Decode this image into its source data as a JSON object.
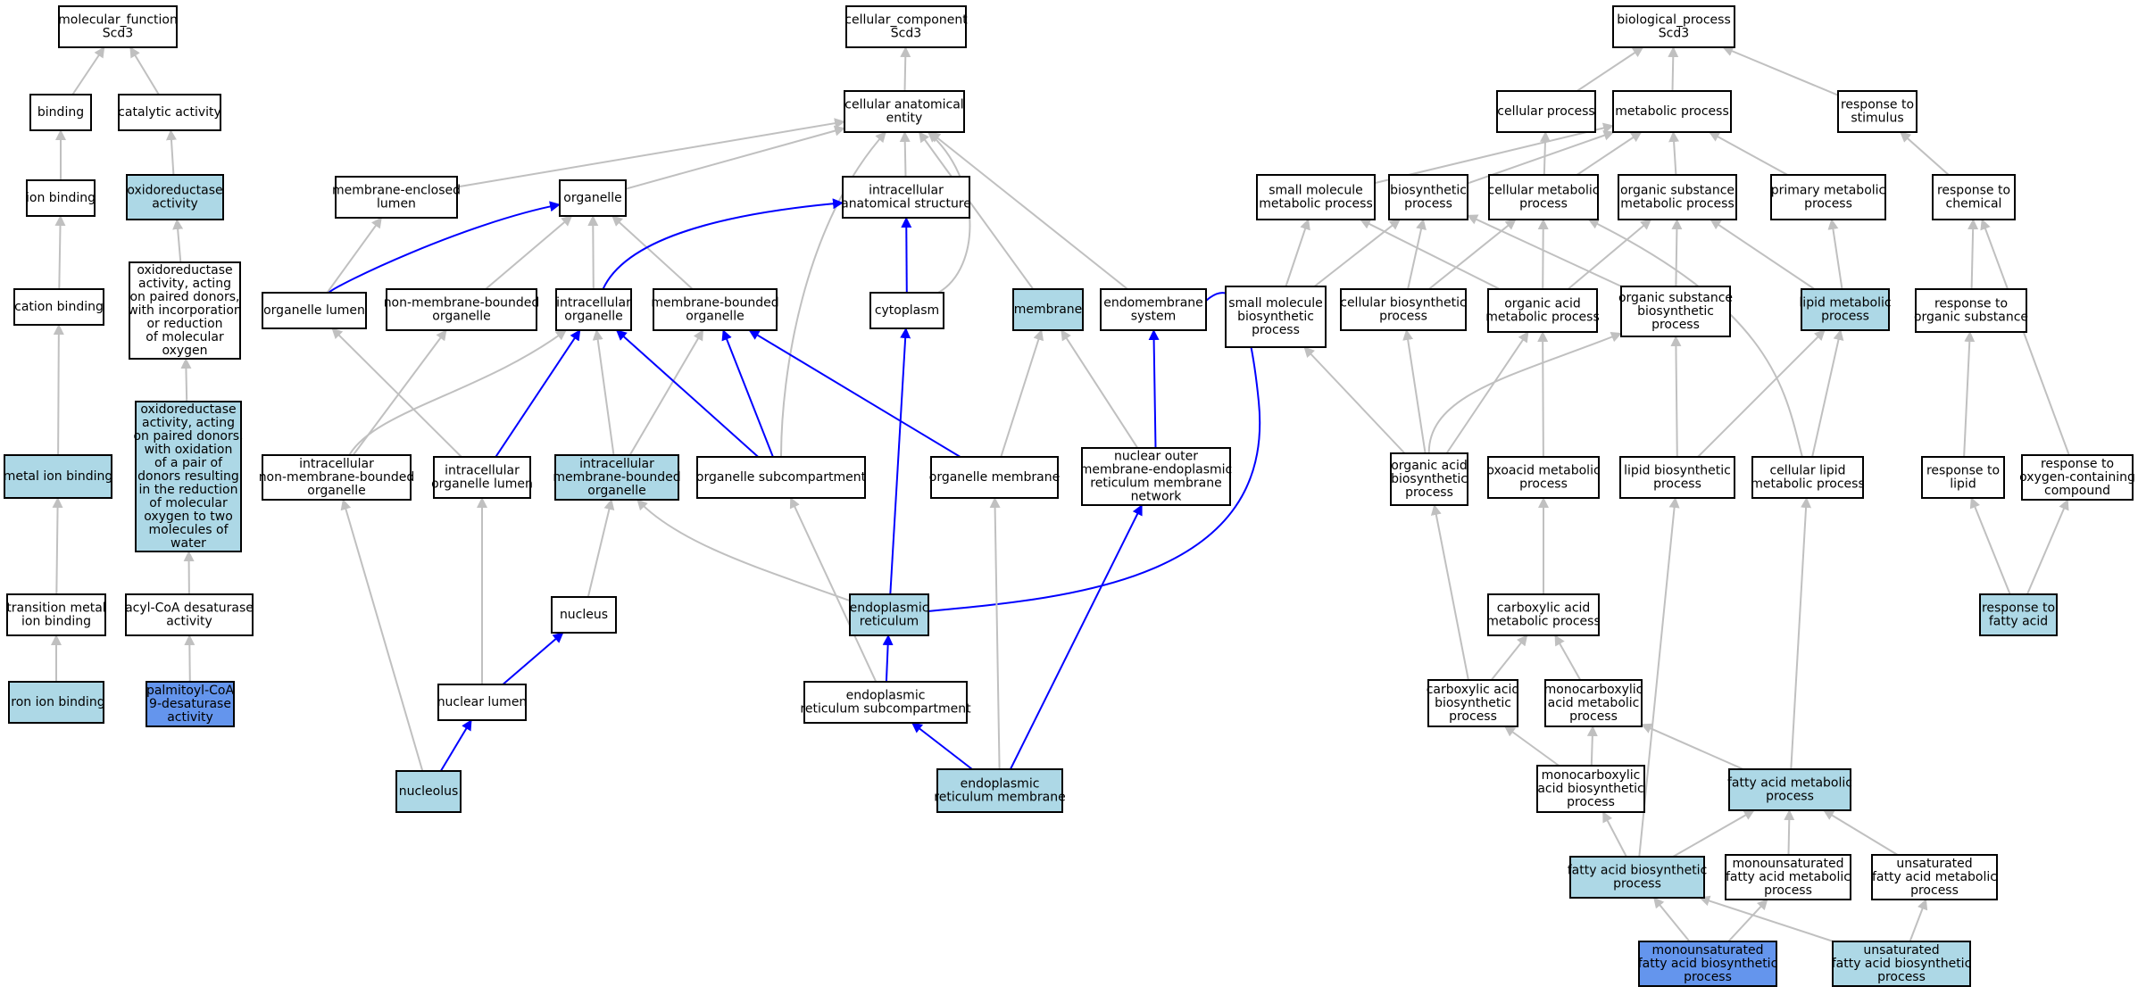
{
  "colors": {
    "default_fill": "#ffffff",
    "highlight_fill": "#add8e6",
    "query_fill": "#6495ed",
    "grey_edge": "#c0c0c0",
    "blue_edge": "#0000ff",
    "border": "#000000"
  },
  "nodes": [
    {
      "id": "mf",
      "lines": [
        "molecular_function",
        "Scd3"
      ],
      "fill": "default"
    },
    {
      "id": "binding",
      "lines": [
        "binding"
      ],
      "fill": "default"
    },
    {
      "id": "catalytic",
      "lines": [
        "catalytic activity"
      ],
      "fill": "default"
    },
    {
      "id": "ion_binding",
      "lines": [
        "ion binding"
      ],
      "fill": "default"
    },
    {
      "id": "oxidoreductase",
      "lines": [
        "oxidoreductase",
        "activity"
      ],
      "fill": "highlight"
    },
    {
      "id": "oxido_paired",
      "lines": [
        "oxidoreductase",
        "activity, acting",
        "on paired donors,",
        "with incorporation",
        "or reduction",
        "of molecular",
        "oxygen"
      ],
      "fill": "default"
    },
    {
      "id": "cation_binding",
      "lines": [
        "cation binding"
      ],
      "fill": "default"
    },
    {
      "id": "metal_ion",
      "lines": [
        "metal ion binding"
      ],
      "fill": "highlight"
    },
    {
      "id": "oxido_pair_water",
      "lines": [
        "oxidoreductase",
        "activity, acting",
        "on paired donors,",
        "with oxidation",
        "of a pair of",
        "donors resulting",
        "in the reduction",
        "of molecular",
        "oxygen to two",
        "molecules of",
        "water"
      ],
      "fill": "highlight"
    },
    {
      "id": "transition_metal",
      "lines": [
        "transition metal",
        "ion binding"
      ],
      "fill": "default"
    },
    {
      "id": "acyl_coa",
      "lines": [
        "acyl-CoA desaturase",
        "activity"
      ],
      "fill": "default"
    },
    {
      "id": "iron_ion",
      "lines": [
        "iron ion binding"
      ],
      "fill": "highlight"
    },
    {
      "id": "palmitoyl",
      "lines": [
        "palmitoyl-CoA",
        "9-desaturase",
        "activity"
      ],
      "fill": "query"
    },
    {
      "id": "cc",
      "lines": [
        "cellular_component",
        "Scd3"
      ],
      "fill": "default"
    },
    {
      "id": "cae",
      "lines": [
        "cellular anatomical",
        "entity"
      ],
      "fill": "default"
    },
    {
      "id": "mem_enclosed",
      "lines": [
        "membrane-enclosed",
        "lumen"
      ],
      "fill": "default"
    },
    {
      "id": "organelle",
      "lines": [
        "organelle"
      ],
      "fill": "default"
    },
    {
      "id": "intracell_anat",
      "lines": [
        "intracellular",
        "anatomical structure"
      ],
      "fill": "default"
    },
    {
      "id": "organelle_lumen",
      "lines": [
        "organelle lumen"
      ],
      "fill": "default"
    },
    {
      "id": "non_mem_org",
      "lines": [
        "non-membrane-bounded",
        "organelle"
      ],
      "fill": "default"
    },
    {
      "id": "intracell_org",
      "lines": [
        "intracellular",
        "organelle"
      ],
      "fill": "default"
    },
    {
      "id": "mem_bounded_org",
      "lines": [
        "membrane-bounded",
        "organelle"
      ],
      "fill": "default"
    },
    {
      "id": "cytoplasm",
      "lines": [
        "cytoplasm"
      ],
      "fill": "default"
    },
    {
      "id": "membrane",
      "lines": [
        "membrane"
      ],
      "fill": "highlight"
    },
    {
      "id": "endomembrane",
      "lines": [
        "endomembrane",
        "system"
      ],
      "fill": "default"
    },
    {
      "id": "ic_non_mem",
      "lines": [
        "intracellular",
        "non-membrane-bounded",
        "organelle"
      ],
      "fill": "default"
    },
    {
      "id": "ic_org_lumen",
      "lines": [
        "intracellular",
        "organelle lumen"
      ],
      "fill": "default"
    },
    {
      "id": "ic_mem_bounded",
      "lines": [
        "intracellular",
        "membrane-bounded",
        "organelle"
      ],
      "fill": "highlight"
    },
    {
      "id": "org_subcomp",
      "lines": [
        "organelle subcompartment"
      ],
      "fill": "default"
    },
    {
      "id": "org_membrane",
      "lines": [
        "organelle membrane"
      ],
      "fill": "default"
    },
    {
      "id": "nuc_outer",
      "lines": [
        "nuclear outer",
        "membrane-endoplasmic",
        "reticulum membrane",
        "network"
      ],
      "fill": "default"
    },
    {
      "id": "nucleus",
      "lines": [
        "nucleus"
      ],
      "fill": "default"
    },
    {
      "id": "er",
      "lines": [
        "endoplasmic",
        "reticulum"
      ],
      "fill": "highlight"
    },
    {
      "id": "nuclear_lumen",
      "lines": [
        "nuclear lumen"
      ],
      "fill": "default"
    },
    {
      "id": "er_subcomp",
      "lines": [
        "endoplasmic",
        "reticulum subcompartment"
      ],
      "fill": "default"
    },
    {
      "id": "nucleolus",
      "lines": [
        "nucleolus"
      ],
      "fill": "highlight"
    },
    {
      "id": "er_membrane",
      "lines": [
        "endoplasmic",
        "reticulum membrane"
      ],
      "fill": "highlight"
    },
    {
      "id": "bp",
      "lines": [
        "biological_process",
        "Scd3"
      ],
      "fill": "default"
    },
    {
      "id": "cellular_process",
      "lines": [
        "cellular process"
      ],
      "fill": "default"
    },
    {
      "id": "metabolic_process",
      "lines": [
        "metabolic process"
      ],
      "fill": "default"
    },
    {
      "id": "response_stimulus",
      "lines": [
        "response to",
        "stimulus"
      ],
      "fill": "default"
    },
    {
      "id": "small_mol_met",
      "lines": [
        "small molecule",
        "metabolic process"
      ],
      "fill": "default"
    },
    {
      "id": "biosynthetic",
      "lines": [
        "biosynthetic",
        "process"
      ],
      "fill": "default"
    },
    {
      "id": "cell_met",
      "lines": [
        "cellular metabolic",
        "process"
      ],
      "fill": "default"
    },
    {
      "id": "org_sub_met",
      "lines": [
        "organic substance",
        "metabolic process"
      ],
      "fill": "default"
    },
    {
      "id": "primary_met",
      "lines": [
        "primary metabolic",
        "process"
      ],
      "fill": "default"
    },
    {
      "id": "response_chem",
      "lines": [
        "response to",
        "chemical"
      ],
      "fill": "default"
    },
    {
      "id": "small_mol_bio",
      "lines": [
        "small molecule",
        "biosynthetic",
        "process"
      ],
      "fill": "default"
    },
    {
      "id": "cell_bio",
      "lines": [
        "cellular biosynthetic",
        "process"
      ],
      "fill": "default"
    },
    {
      "id": "org_acid_met",
      "lines": [
        "organic acid",
        "metabolic process"
      ],
      "fill": "default"
    },
    {
      "id": "org_sub_bio",
      "lines": [
        "organic substance",
        "biosynthetic",
        "process"
      ],
      "fill": "default"
    },
    {
      "id": "lipid_met",
      "lines": [
        "lipid metabolic",
        "process"
      ],
      "fill": "highlight"
    },
    {
      "id": "response_org_sub",
      "lines": [
        "response to",
        "organic substance"
      ],
      "fill": "default"
    },
    {
      "id": "org_acid_bio",
      "lines": [
        "organic acid",
        "biosynthetic",
        "process"
      ],
      "fill": "default"
    },
    {
      "id": "oxoacid_met",
      "lines": [
        "oxoacid metabolic",
        "process"
      ],
      "fill": "default"
    },
    {
      "id": "lipid_bio",
      "lines": [
        "lipid biosynthetic",
        "process"
      ],
      "fill": "default"
    },
    {
      "id": "cell_lipid_met",
      "lines": [
        "cellular lipid",
        "metabolic process"
      ],
      "fill": "default"
    },
    {
      "id": "response_lipid",
      "lines": [
        "response to",
        "lipid"
      ],
      "fill": "default"
    },
    {
      "id": "response_oxy",
      "lines": [
        "response to",
        "oxygen-containing",
        "compound"
      ],
      "fill": "default"
    },
    {
      "id": "carbox_met",
      "lines": [
        "carboxylic acid",
        "metabolic process"
      ],
      "fill": "default"
    },
    {
      "id": "response_fatty",
      "lines": [
        "response to",
        "fatty acid"
      ],
      "fill": "highlight"
    },
    {
      "id": "carbox_bio",
      "lines": [
        "carboxylic acid",
        "biosynthetic",
        "process"
      ],
      "fill": "default"
    },
    {
      "id": "monocarb_met",
      "lines": [
        "monocarboxylic",
        "acid metabolic",
        "process"
      ],
      "fill": "default"
    },
    {
      "id": "monocarb_bio",
      "lines": [
        "monocarboxylic",
        "acid biosynthetic",
        "process"
      ],
      "fill": "default"
    },
    {
      "id": "fatty_met",
      "lines": [
        "fatty acid metabolic",
        "process"
      ],
      "fill": "highlight"
    },
    {
      "id": "fatty_bio",
      "lines": [
        "fatty acid biosynthetic",
        "process"
      ],
      "fill": "highlight"
    },
    {
      "id": "monounsat_met",
      "lines": [
        "monounsaturated",
        "fatty acid metabolic",
        "process"
      ],
      "fill": "default"
    },
    {
      "id": "unsat_met",
      "lines": [
        "unsaturated",
        "fatty acid metabolic",
        "process"
      ],
      "fill": "default"
    },
    {
      "id": "monounsat_bio",
      "lines": [
        "monounsaturated",
        "fatty acid biosynthetic",
        "process"
      ],
      "fill": "query"
    },
    {
      "id": "unsat_bio",
      "lines": [
        "unsaturated",
        "fatty acid biosynthetic",
        "process"
      ],
      "fill": "highlight"
    }
  ],
  "edges": [
    {
      "from": "binding",
      "to": "mf",
      "type": "is_a"
    },
    {
      "from": "catalytic",
      "to": "mf",
      "type": "is_a"
    },
    {
      "from": "ion_binding",
      "to": "binding",
      "type": "is_a"
    },
    {
      "from": "oxidoreductase",
      "to": "catalytic",
      "type": "is_a"
    },
    {
      "from": "cation_binding",
      "to": "ion_binding",
      "type": "is_a"
    },
    {
      "from": "oxido_paired",
      "to": "oxidoreductase",
      "type": "is_a"
    },
    {
      "from": "metal_ion",
      "to": "cation_binding",
      "type": "is_a"
    },
    {
      "from": "oxido_pair_water",
      "to": "oxido_paired",
      "type": "is_a"
    },
    {
      "from": "transition_metal",
      "to": "metal_ion",
      "type": "is_a"
    },
    {
      "from": "acyl_coa",
      "to": "oxido_pair_water",
      "type": "is_a"
    },
    {
      "from": "iron_ion",
      "to": "transition_metal",
      "type": "is_a"
    },
    {
      "from": "palmitoyl",
      "to": "acyl_coa",
      "type": "is_a"
    },
    {
      "from": "cae",
      "to": "cc",
      "type": "is_a"
    },
    {
      "from": "mem_enclosed",
      "to": "cae",
      "type": "is_a"
    },
    {
      "from": "organelle",
      "to": "cae",
      "type": "is_a"
    },
    {
      "from": "intracell_anat",
      "to": "cae",
      "type": "is_a"
    },
    {
      "from": "cytoplasm",
      "to": "cae",
      "type": "is_a"
    },
    {
      "from": "membrane",
      "to": "cae",
      "type": "is_a"
    },
    {
      "from": "endomembrane",
      "to": "cae",
      "type": "is_a"
    },
    {
      "from": "org_subcomp",
      "to": "cae",
      "type": "is_a"
    },
    {
      "from": "organelle_lumen",
      "to": "mem_enclosed",
      "type": "is_a"
    },
    {
      "from": "organelle_lumen",
      "to": "organelle",
      "type": "part_of"
    },
    {
      "from": "non_mem_org",
      "to": "organelle",
      "type": "is_a"
    },
    {
      "from": "intracell_org",
      "to": "organelle",
      "type": "is_a"
    },
    {
      "from": "mem_bounded_org",
      "to": "organelle",
      "type": "is_a"
    },
    {
      "from": "intracell_org",
      "to": "intracell_anat",
      "type": "part_of"
    },
    {
      "from": "cytoplasm",
      "to": "intracell_anat",
      "type": "part_of"
    },
    {
      "from": "ic_non_mem",
      "to": "non_mem_org",
      "type": "is_a"
    },
    {
      "from": "ic_non_mem",
      "to": "intracell_org",
      "type": "is_a"
    },
    {
      "from": "ic_org_lumen",
      "to": "organelle_lumen",
      "type": "is_a"
    },
    {
      "from": "ic_org_lumen",
      "to": "intracell_org",
      "type": "part_of"
    },
    {
      "from": "ic_mem_bounded",
      "to": "intracell_org",
      "type": "is_a"
    },
    {
      "from": "ic_mem_bounded",
      "to": "mem_bounded_org",
      "type": "is_a"
    },
    {
      "from": "org_subcomp",
      "to": "intracell_org",
      "type": "part_of"
    },
    {
      "from": "org_subcomp",
      "to": "mem_bounded_org",
      "type": "part_of"
    },
    {
      "from": "org_membrane",
      "to": "mem_bounded_org",
      "type": "part_of"
    },
    {
      "from": "org_membrane",
      "to": "membrane",
      "type": "is_a"
    },
    {
      "from": "nuc_outer",
      "to": "membrane",
      "type": "is_a"
    },
    {
      "from": "nuc_outer",
      "to": "endomembrane",
      "type": "part_of"
    },
    {
      "from": "er",
      "to": "cytoplasm",
      "type": "part_of"
    },
    {
      "from": "er",
      "to": "ic_mem_bounded",
      "type": "is_a"
    },
    {
      "from": "er",
      "to": "endomembrane",
      "type": "part_of"
    },
    {
      "from": "nucleus",
      "to": "ic_mem_bounded",
      "type": "is_a"
    },
    {
      "from": "nuclear_lumen",
      "to": "ic_org_lumen",
      "type": "is_a"
    },
    {
      "from": "nuclear_lumen",
      "to": "nucleus",
      "type": "part_of"
    },
    {
      "from": "er_subcomp",
      "to": "org_subcomp",
      "type": "is_a"
    },
    {
      "from": "er_subcomp",
      "to": "er",
      "type": "part_of"
    },
    {
      "from": "nucleolus",
      "to": "ic_non_mem",
      "type": "is_a"
    },
    {
      "from": "nucleolus",
      "to": "nuclear_lumen",
      "type": "part_of"
    },
    {
      "from": "er_membrane",
      "to": "er_subcomp",
      "type": "part_of"
    },
    {
      "from": "er_membrane",
      "to": "org_membrane",
      "type": "is_a"
    },
    {
      "from": "er_membrane",
      "to": "nuc_outer",
      "type": "part_of"
    },
    {
      "from": "cellular_process",
      "to": "bp",
      "type": "is_a"
    },
    {
      "from": "metabolic_process",
      "to": "bp",
      "type": "is_a"
    },
    {
      "from": "response_stimulus",
      "to": "bp",
      "type": "is_a"
    },
    {
      "from": "small_mol_met",
      "to": "metabolic_process",
      "type": "is_a"
    },
    {
      "from": "biosynthetic",
      "to": "metabolic_process",
      "type": "is_a"
    },
    {
      "from": "cell_met",
      "to": "cellular_process",
      "type": "is_a"
    },
    {
      "from": "cell_met",
      "to": "metabolic_process",
      "type": "is_a"
    },
    {
      "from": "org_sub_met",
      "to": "metabolic_process",
      "type": "is_a"
    },
    {
      "from": "primary_met",
      "to": "metabolic_process",
      "type": "is_a"
    },
    {
      "from": "response_chem",
      "to": "response_stimulus",
      "type": "is_a"
    },
    {
      "from": "small_mol_bio",
      "to": "small_mol_met",
      "type": "is_a"
    },
    {
      "from": "small_mol_bio",
      "to": "biosynthetic",
      "type": "is_a"
    },
    {
      "from": "cell_bio",
      "to": "biosynthetic",
      "type": "is_a"
    },
    {
      "from": "cell_bio",
      "to": "cell_met",
      "type": "is_a"
    },
    {
      "from": "org_acid_met",
      "to": "small_mol_met",
      "type": "is_a"
    },
    {
      "from": "org_acid_met",
      "to": "cell_met",
      "type": "is_a"
    },
    {
      "from": "org_acid_met",
      "to": "org_sub_met",
      "type": "is_a"
    },
    {
      "from": "org_sub_bio",
      "to": "biosynthetic",
      "type": "is_a"
    },
    {
      "from": "org_sub_bio",
      "to": "org_sub_met",
      "type": "is_a"
    },
    {
      "from": "lipid_met",
      "to": "org_sub_met",
      "type": "is_a"
    },
    {
      "from": "lipid_met",
      "to": "primary_met",
      "type": "is_a"
    },
    {
      "from": "response_org_sub",
      "to": "response_chem",
      "type": "is_a"
    },
    {
      "from": "org_acid_bio",
      "to": "small_mol_bio",
      "type": "is_a"
    },
    {
      "from": "org_acid_bio",
      "to": "cell_bio",
      "type": "is_a"
    },
    {
      "from": "org_acid_bio",
      "to": "org_acid_met",
      "type": "is_a"
    },
    {
      "from": "org_acid_bio",
      "to": "org_sub_bio",
      "type": "is_a"
    },
    {
      "from": "oxoacid_met",
      "to": "org_acid_met",
      "type": "is_a"
    },
    {
      "from": "lipid_bio",
      "to": "org_sub_bio",
      "type": "is_a"
    },
    {
      "from": "lipid_bio",
      "to": "lipid_met",
      "type": "is_a"
    },
    {
      "from": "cell_lipid_met",
      "to": "cell_met",
      "type": "is_a"
    },
    {
      "from": "cell_lipid_met",
      "to": "lipid_met",
      "type": "is_a"
    },
    {
      "from": "response_lipid",
      "to": "response_org_sub",
      "type": "is_a"
    },
    {
      "from": "response_oxy",
      "to": "response_chem",
      "type": "is_a"
    },
    {
      "from": "carbox_met",
      "to": "oxoacid_met",
      "type": "is_a"
    },
    {
      "from": "response_fatty",
      "to": "response_lipid",
      "type": "is_a"
    },
    {
      "from": "response_fatty",
      "to": "response_oxy",
      "type": "is_a"
    },
    {
      "from": "carbox_bio",
      "to": "org_acid_bio",
      "type": "is_a"
    },
    {
      "from": "carbox_bio",
      "to": "carbox_met",
      "type": "is_a"
    },
    {
      "from": "monocarb_met",
      "to": "carbox_met",
      "type": "is_a"
    },
    {
      "from": "monocarb_bio",
      "to": "carbox_bio",
      "type": "is_a"
    },
    {
      "from": "monocarb_bio",
      "to": "monocarb_met",
      "type": "is_a"
    },
    {
      "from": "fatty_met",
      "to": "monocarb_met",
      "type": "is_a"
    },
    {
      "from": "fatty_met",
      "to": "cell_lipid_met",
      "type": "is_a"
    },
    {
      "from": "fatty_bio",
      "to": "lipid_bio",
      "type": "is_a"
    },
    {
      "from": "fatty_bio",
      "to": "monocarb_bio",
      "type": "is_a"
    },
    {
      "from": "fatty_bio",
      "to": "fatty_met",
      "type": "is_a"
    },
    {
      "from": "monounsat_met",
      "to": "fatty_met",
      "type": "is_a"
    },
    {
      "from": "unsat_met",
      "to": "fatty_met",
      "type": "is_a"
    },
    {
      "from": "monounsat_bio",
      "to": "fatty_bio",
      "type": "is_a"
    },
    {
      "from": "monounsat_bio",
      "to": "monounsat_met",
      "type": "is_a"
    },
    {
      "from": "unsat_bio",
      "to": "fatty_bio",
      "type": "is_a"
    },
    {
      "from": "unsat_bio",
      "to": "unsat_met",
      "type": "is_a"
    }
  ]
}
